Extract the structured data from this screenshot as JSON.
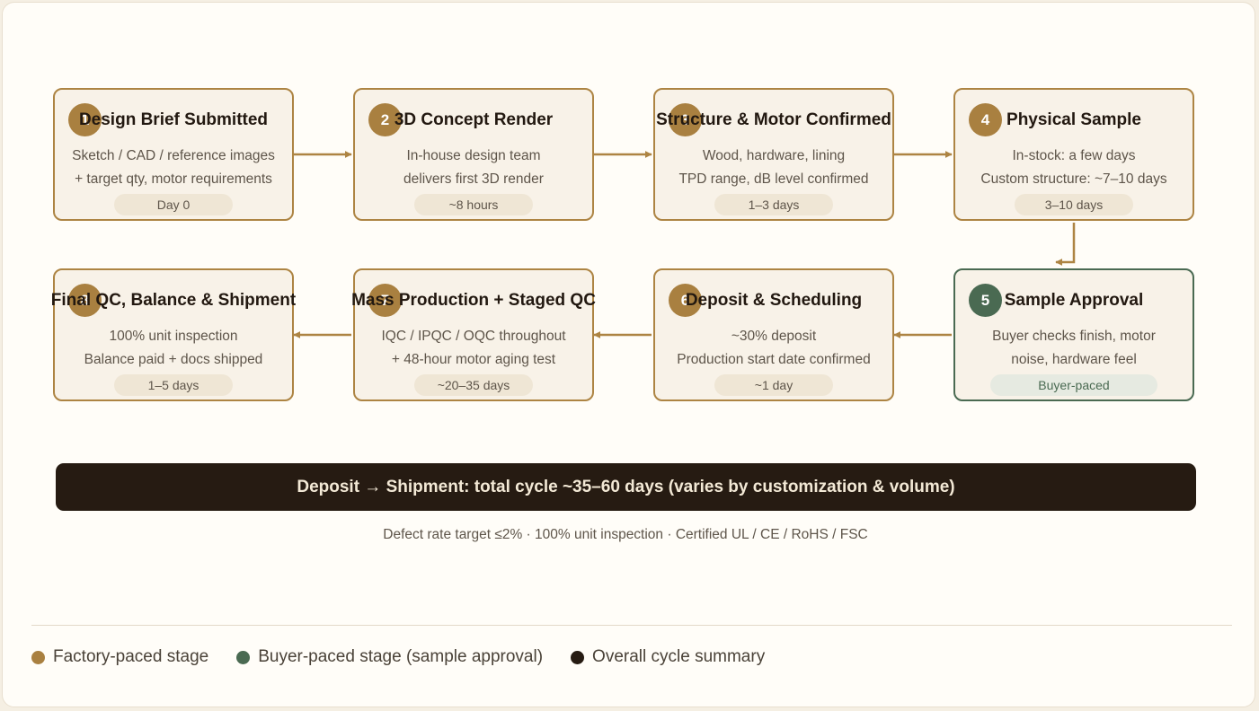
{
  "stages": [
    {
      "num": "1",
      "title": "Design Brief Submitted",
      "line1": "Sketch / CAD / reference images",
      "line2": "+ target qty, motor requirements",
      "duration": "Day 0"
    },
    {
      "num": "2",
      "title": "3D Concept Render",
      "line1": "In-house design team",
      "line2": "delivers first 3D render",
      "duration": "~8 hours"
    },
    {
      "num": "3",
      "title": "Structure & Motor Confirmed",
      "line1": "Wood, hardware, lining",
      "line2": "TPD range, dB level confirmed",
      "duration": "1–3 days"
    },
    {
      "num": "4",
      "title": "Physical Sample",
      "line1": "In-stock: a few days",
      "line2": "Custom structure: ~7–10 days",
      "duration": "3–10 days"
    },
    {
      "num": "5",
      "title": "Sample Approval",
      "line1": "Buyer checks finish, motor",
      "line2": "noise, hardware feel",
      "duration": "Buyer-paced"
    },
    {
      "num": "6",
      "title": "Deposit & Scheduling",
      "line1": "~30% deposit",
      "line2": "Production start date confirmed",
      "duration": "~1 day"
    },
    {
      "num": "7",
      "title": "Mass Production + Staged QC",
      "line1": "IQC / IPQC / OQC throughout",
      "line2": "+ 48-hour motor aging test",
      "duration": "~20–35 days"
    },
    {
      "num": "8",
      "title": "Final QC, Balance & Shipment",
      "line1": "100% unit inspection",
      "line2": "Balance paid + docs shipped",
      "duration": "1–5 days"
    }
  ],
  "summary": "Deposit → Shipment: total cycle ~35–60 days (varies by customization & volume)",
  "footnote": "Defect rate target ≤2% · 100% unit inspection · Certified UL / CE / RoHS / FSC",
  "legend": [
    {
      "label": "Factory-paced stage",
      "color": "#a98040"
    },
    {
      "label": "Buyer-paced stage (sample approval)",
      "color": "#4a6a52"
    },
    {
      "label": "Overall cycle summary",
      "color": "#261b12"
    }
  ],
  "colors": {
    "factory": "#ad8443",
    "buyer": "#4a6a52",
    "summary_bg": "#261b12"
  }
}
